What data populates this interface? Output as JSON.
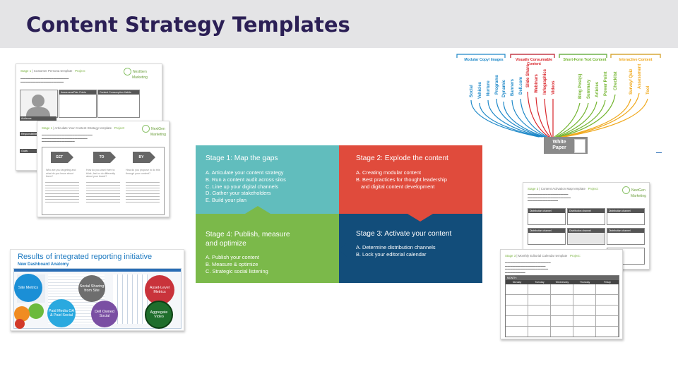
{
  "slide": {
    "title": "Content Strategy Templates"
  },
  "persona_template": {
    "heading_stage": "Stage 1",
    "heading_title": "Customer Persona template",
    "heading_project": "Project:",
    "logo_line1": "NextGen",
    "logo_line2": "Marketing",
    "col1": "Awareness/Pain Points",
    "col2": "Content Consumption Habits",
    "row1": "Audience",
    "row2": "Responsibilities",
    "row3": "Goals"
  },
  "strategy_template": {
    "heading_stage": "Stage 1",
    "heading_title": "Articulate Your Content Strategy template",
    "heading_project": "Project:",
    "logo_line1": "NextGen",
    "logo_line2": "Marketing",
    "steps": [
      "GET",
      "TO",
      "BY"
    ],
    "q1": "Who are you targeting and what do you know about them?",
    "q2": "How do you want them to think, feel or do differently about your brand?",
    "q3": "How do you propose to do this through your content?"
  },
  "reporting": {
    "title": "Results of integrated reporting initiative",
    "subtitle": "New Dashboard Anatomy",
    "bubbles": {
      "site_metrics": "Site Metrics",
      "social_sharing": "Social Sharing from Site",
      "asset_metrics": "Asset-Level Metrics",
      "paid_media": "Paid Media OA & Paid Social",
      "dell_owned": "Dell Owned Social",
      "aggregate_video": "Aggregate Video"
    }
  },
  "stages": {
    "s1": {
      "title": "Stage 1: Map the gaps",
      "items": [
        "A. Articulate your content strategy",
        "B. Run a content audit across silos",
        "C. Line up your digital channels",
        "D. Gather your stakeholders",
        "E. Build your plan"
      ]
    },
    "s2": {
      "title": "Stage 2: Explode the content",
      "items": [
        "A. Creating modular content",
        "B. Best practices for thought leadership",
        "and digital content development"
      ]
    },
    "s3": {
      "title": "Stage 3: Activate your content",
      "items": [
        "A. Determine distribution channels",
        "B. Lock your editorial calendar"
      ]
    },
    "s4": {
      "title_line1": "Stage 4: Publish, measure",
      "title_line2": "and optimize",
      "items": [
        "A.  Publish your content",
        "B.  Measure & optimize",
        "C.  Strategic social listening"
      ]
    }
  },
  "content_tree": {
    "categories": {
      "modular": "Modular Copy/ Images",
      "visual": "Visually Consumable Content",
      "short_form": "Short-Form Text Content",
      "interactive": "Interactive Content"
    },
    "leaves": {
      "l1": "Social",
      "l2": "Vehicles",
      "l3": "Nurture",
      "l4": "Programs",
      "l5": "Dynamic",
      "l6": "Banners",
      "l7": "Dell.com",
      "l8": "Slide Share",
      "l9": "Webinars",
      "l10": "Infographics",
      "l11": "Videos",
      "l12": "Blog Post(s)",
      "l13": "Summary",
      "l14": "Articles",
      "l15": "Power Point",
      "l16": "Checklist",
      "l17": "Survey/ Quiz",
      "l18": "Assessment",
      "l19": "Tool"
    },
    "root": "White Paper",
    "colors": {
      "modular": "#1e88c8",
      "visual": "#d9262c",
      "short_form": "#74b531",
      "interactive": "#f0a81b"
    }
  },
  "activation_template": {
    "heading_stage": "Stage 3",
    "heading_title": "Content Activation Map template",
    "heading_project": "Project:",
    "logo_line1": "NextGen",
    "logo_line2": "Marketing",
    "cells": [
      "Distribution channel",
      "Distribution channel",
      "Distribution channel",
      "Distribution channel",
      "Distribution channel",
      "Distribution channel"
    ]
  },
  "calendar_template": {
    "heading_stage": "Stage 3",
    "heading_title": "Monthly Editorial Calendar template",
    "heading_project": "Project:",
    "month_label": "MONTH:",
    "days": [
      "Monday",
      "Tuesday",
      "Wednesday",
      "Thursday",
      "Friday"
    ]
  }
}
